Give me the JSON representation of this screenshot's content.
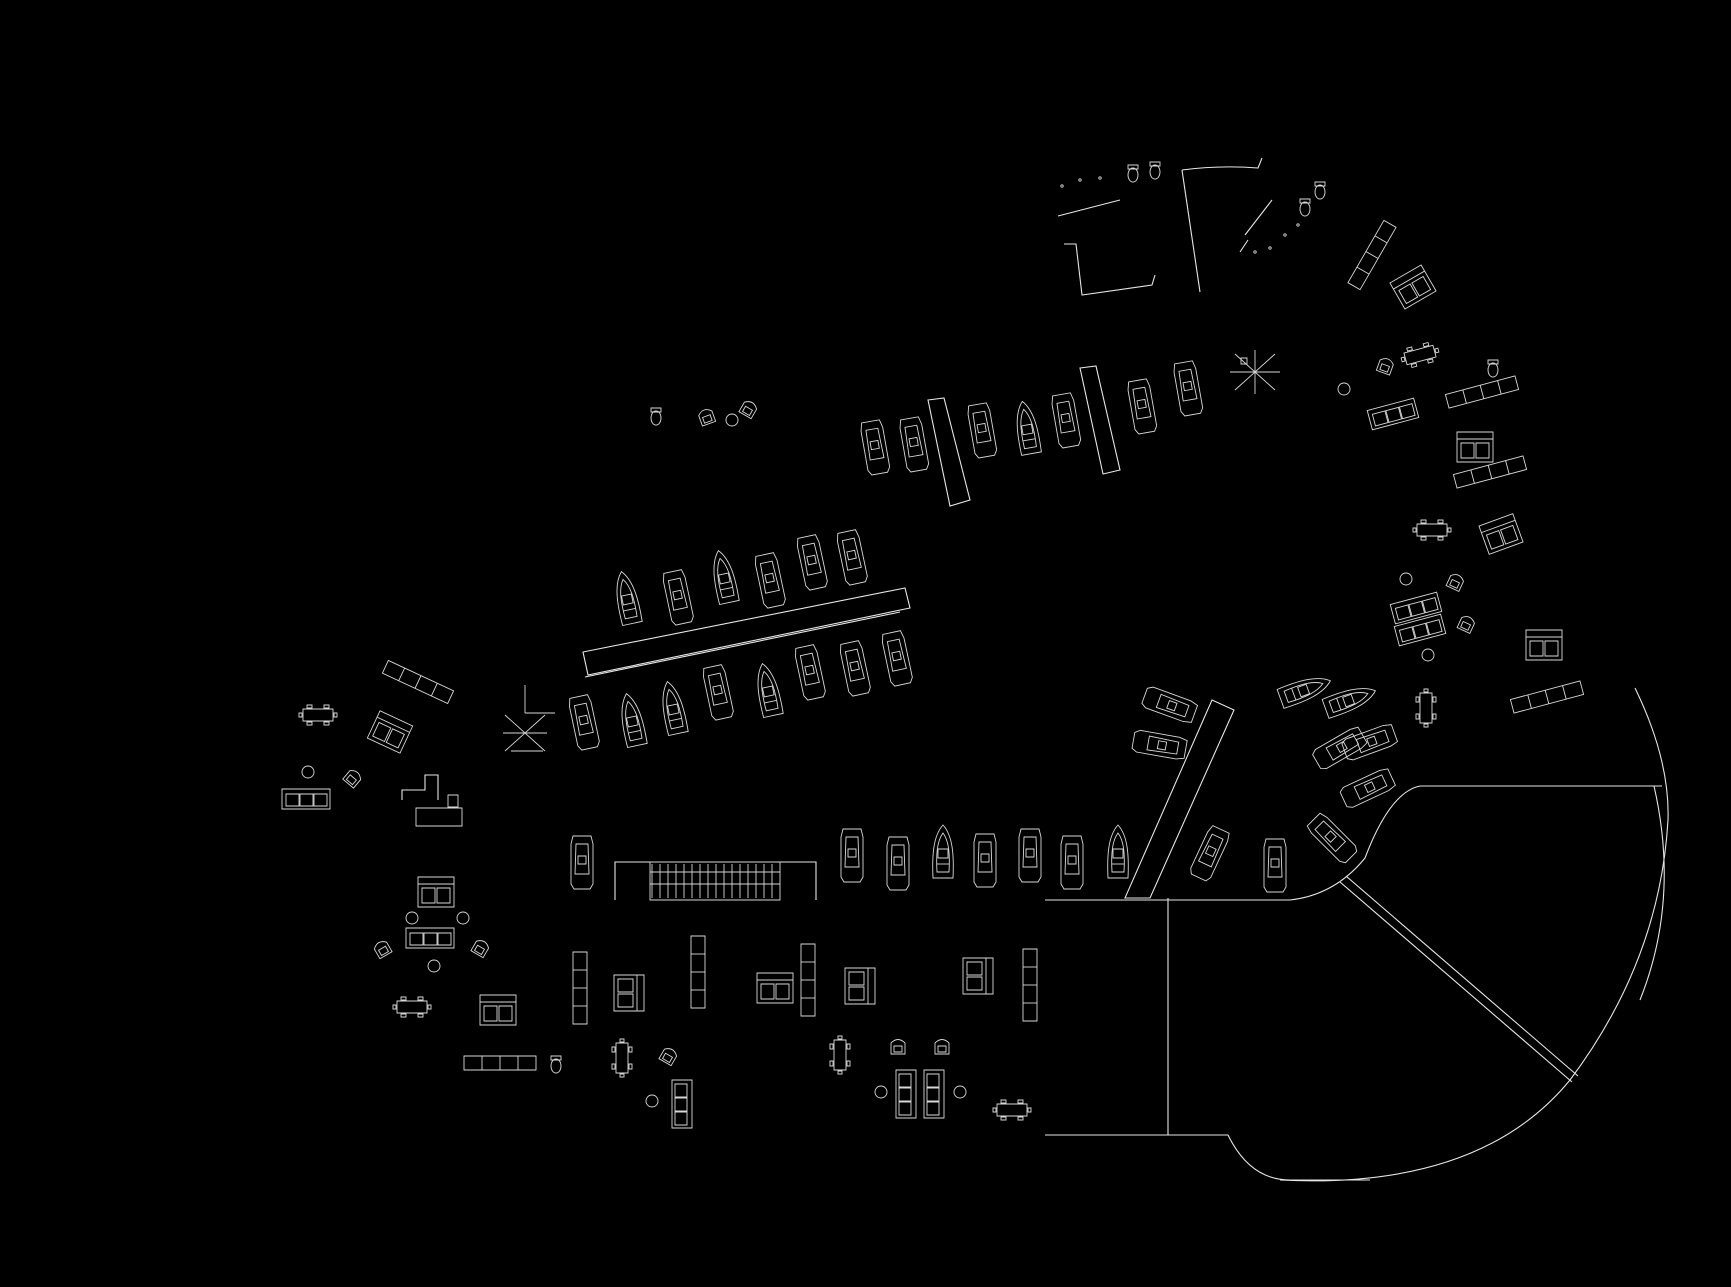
{
  "drawing": {
    "kind": "architectural site plan",
    "style": "white linework on black background",
    "colors": {
      "background": "#000000",
      "linework": "#e6e6e6"
    },
    "symbols": {
      "boat": "boat-icon",
      "chair": "chair-icon",
      "table_with_chairs": "table-set-icon",
      "sofa": "sofa-icon",
      "bench": "bench-icon",
      "bed": "bed-icon",
      "stool": "stool-icon",
      "toilet": "toilet-icon",
      "crane": "crane-icon"
    },
    "counts": {
      "boats": 39,
      "piers": 4
    }
  }
}
